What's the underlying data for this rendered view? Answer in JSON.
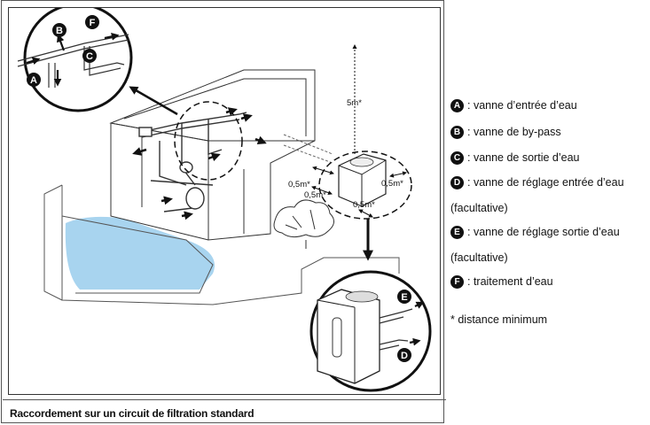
{
  "caption": "Raccordement sur un circuit de filtration standard",
  "dimensions": {
    "height": "5m*",
    "left_top": "0,5m*",
    "left_bottom": "0,5m*",
    "bottom": "0,5m*",
    "right": "0,5m*"
  },
  "diagram_badges": {
    "a": "A",
    "b": "B",
    "c": "C",
    "f": "F",
    "e": "E",
    "d": "D"
  },
  "legend": [
    {
      "badge": "A",
      "text": ": vanne d’entrée d’eau"
    },
    {
      "badge": "B",
      "text": ": vanne de by-pass"
    },
    {
      "badge": "C",
      "text": ": vanne de sortie d’eau"
    },
    {
      "badge": "D",
      "text": ": vanne de réglage entrée d’eau",
      "continuation": "(facultative)"
    },
    {
      "badge": "E",
      "text": ": vanne de réglage sortie d’eau",
      "continuation": "(facultative)"
    },
    {
      "badge": "F",
      "text": ": traitement d’eau"
    }
  ],
  "footnote": "* distance minimum",
  "colors": {
    "pool_water": "#a8d4ef",
    "ink": "#111111"
  }
}
